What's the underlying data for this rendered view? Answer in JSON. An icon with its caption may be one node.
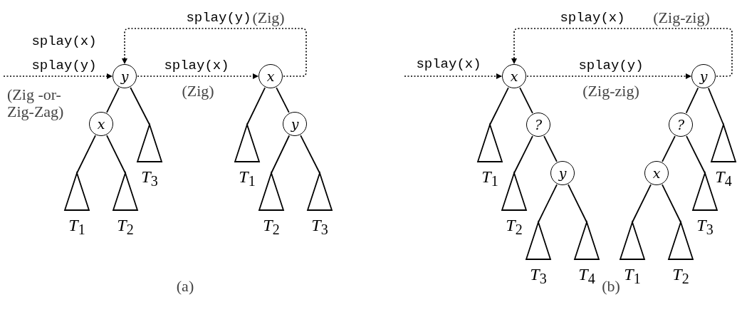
{
  "diagram": {
    "nodes": [
      {
        "text": [
          "y"
        ]
      },
      {
        "text": [
          "x"
        ]
      },
      {
        "text": [],
        "shape": "triangle",
        "beside": [
          "*T*$_{3}$"
        ]
      },
      {
        "text": [],
        "shape": "triangle",
        "beside": [
          "*T*$_{1}$"
        ]
      },
      {
        "text": [],
        "shape": "triangle",
        "beside": [
          "*T*$_{2}$"
        ]
      },
      {
        "text": [
          "x"
        ]
      },
      {
        "text": [
          "y"
        ]
      },
      {
        "text": [],
        "shape": "triangle",
        "beside": [
          "*T*$_{1}$"
        ]
      },
      {
        "text": [],
        "shape": "triangle",
        "beside": [
          "*T*$_{2}$"
        ]
      },
      {
        "text": [],
        "shape": "triangle",
        "beside": [
          "*T*$_{3}$"
        ]
      },
      {
        "text": [
          "x"
        ]
      },
      {
        "text": [
          "?"
        ]
      },
      {
        "text": [],
        "shape": "triangle",
        "beside": [
          "*T*$_{1}$"
        ]
      },
      {
        "text": [
          "y"
        ]
      },
      {
        "text": [],
        "shape": "triangle",
        "beside": [
          "*T*$_{2}$"
        ]
      },
      {
        "text": [],
        "shape": "triangle",
        "beside": [
          "*T*$_{3}$"
        ]
      },
      {
        "text": [],
        "shape": "triangle",
        "beside": [
          "*T*$_{4}$"
        ]
      },
      {
        "text": [
          "y"
        ]
      },
      {
        "text": [
          "?"
        ]
      },
      {
        "text": [],
        "shape": "triangle",
        "beside": [
          "*T*$_{4}$"
        ]
      },
      {
        "text": [
          "x"
        ]
      },
      {
        "text": [],
        "shape": "triangle",
        "beside": [
          "*T*$_{3}$"
        ]
      },
      {
        "text": [],
        "shape": "triangle",
        "beside": [
          "*T*$_{1}$"
        ]
      },
      {
        "text": [],
        "shape": "triangle",
        "beside": [
          "*T*$_{2}$"
        ]
      }
    ],
    "edges": [
      {
        "from": 0,
        "to": 1,
        "arrow": "none"
      },
      {
        "from": 0,
        "to": 2,
        "arrow": "none"
      },
      {
        "from": 1,
        "to": 3,
        "arrow": "none"
      },
      {
        "from": 1,
        "to": 4,
        "arrow": "none"
      },
      {
        "from": 5,
        "to": 7,
        "arrow": "none"
      },
      {
        "from": 5,
        "to": 6,
        "arrow": "none"
      },
      {
        "from": 6,
        "to": 8,
        "arrow": "none"
      },
      {
        "from": 6,
        "to": 9,
        "arrow": "none"
      },
      {
        "from": 10,
        "to": 12,
        "arrow": "none"
      },
      {
        "from": 10,
        "to": 11,
        "arrow": "none"
      },
      {
        "from": 11,
        "to": 14,
        "arrow": "none"
      },
      {
        "from": 11,
        "to": 13,
        "arrow": "none"
      },
      {
        "from": 13,
        "to": 15,
        "arrow": "none"
      },
      {
        "from": 13,
        "to": 16,
        "arrow": "none"
      },
      {
        "from": 17,
        "to": 18,
        "arrow": "none"
      },
      {
        "from": 17,
        "to": 19,
        "arrow": "none"
      },
      {
        "from": 18,
        "to": 20,
        "arrow": "none"
      },
      {
        "from": 18,
        "to": 21,
        "arrow": "none"
      },
      {
        "from": 20,
        "to": 22,
        "arrow": "none"
      },
      {
        "from": 20,
        "to": 23,
        "arrow": "none"
      },
      {
        "from": null,
        "to": 0,
        "arrow": "to",
        "style": "dashed",
        "label": "splay(y)"
      },
      {
        "from": 0,
        "to": 5,
        "arrow": "to",
        "style": "dashed",
        "label": "splay(x)"
      },
      {
        "from": 5,
        "to": 0,
        "arrow": "to",
        "style": "dashed",
        "label": "splay(y)"
      },
      {
        "from": null,
        "to": 10,
        "arrow": "to",
        "style": "dashed",
        "label": "splay(x)"
      },
      {
        "from": 10,
        "to": 17,
        "arrow": "to",
        "style": "dashed",
        "label": "splay(y)"
      },
      {
        "from": 17,
        "to": 10,
        "arrow": "to",
        "style": "dashed",
        "label": "splay(x)"
      }
    ],
    "labels": [
      "(Zig)",
      "(Zig-zig)",
      "splay(x)",
      "(Zig -or- Zig-Zag)",
      "(Zig)",
      "(Zig-zig)",
      "(a)",
      "(b)"
    ]
  }
}
